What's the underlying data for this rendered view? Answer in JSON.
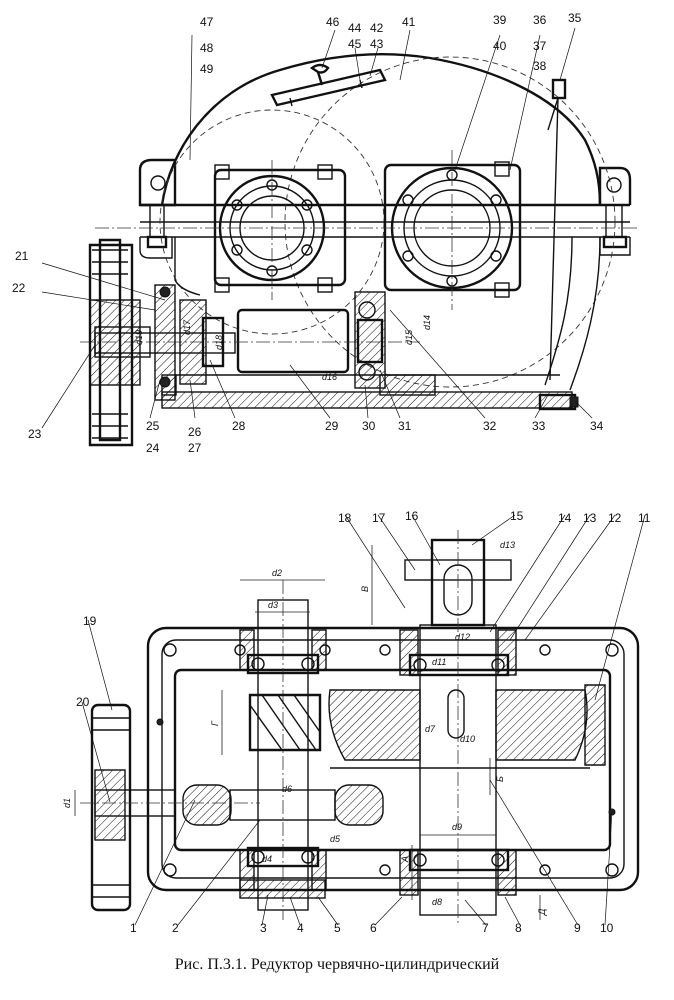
{
  "caption": "Рис. П.3.1. Редуктор червячно-цилиндрический",
  "top_view": {
    "callouts": [
      "47",
      "48",
      "49",
      "46",
      "44",
      "45",
      "42",
      "43",
      "41",
      "39",
      "40",
      "36",
      "37",
      "38",
      "35",
      "21",
      "22",
      "23",
      "25",
      "24",
      "26",
      "27",
      "28",
      "29",
      "30",
      "31",
      "32",
      "33",
      "34"
    ],
    "dimensions": [
      "d19",
      "d17",
      "d18",
      "d16",
      "d15",
      "d14"
    ]
  },
  "bottom_view": {
    "callouts": [
      "18",
      "17",
      "16",
      "15",
      "14",
      "13",
      "12",
      "11",
      "19",
      "20",
      "1",
      "2",
      "3",
      "4",
      "5",
      "6",
      "7",
      "8",
      "9",
      "10"
    ],
    "dimensions": [
      "d2",
      "d3",
      "d13",
      "B",
      "d12",
      "d11",
      "d7",
      "d10",
      "Г",
      "Б",
      "d6",
      "d1",
      "d9",
      "A",
      "d5",
      "d4",
      "d8",
      "Д"
    ]
  }
}
